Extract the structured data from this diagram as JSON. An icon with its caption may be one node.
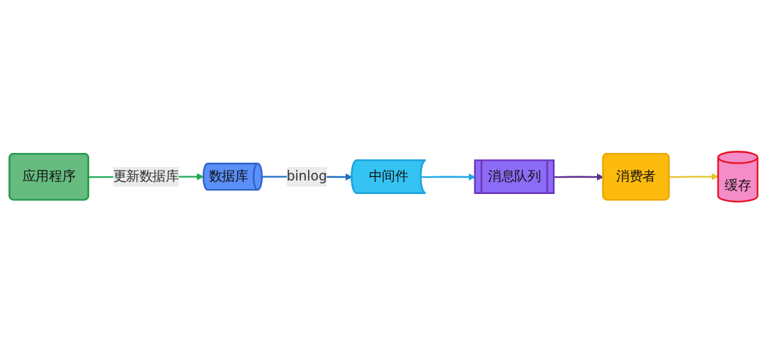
{
  "diagram": {
    "nodes": [
      {
        "text": [
          "应用程序"
        ]
      },
      {
        "text": [
          "数据库"
        ]
      },
      {
        "text": [
          "中间件"
        ]
      },
      {
        "text": [
          "缓存"
        ]
      },
      {
        "text": [
          "消息队列"
        ]
      },
      {
        "text": [
          "消费者"
        ]
      }
    ],
    "edges": [
      {
        "from": 0,
        "to": 1,
        "arrow": "to",
        "label": "更新数据库",
        "color": "#1faa55"
      },
      {
        "from": 1,
        "to": 2,
        "arrow": "to",
        "label": "binlog",
        "color": "#1f6cc4"
      },
      {
        "from": 2,
        "to": 4,
        "arrow": "to",
        "color": "#1ea8e5"
      },
      {
        "from": 4,
        "to": 5,
        "arrow": "to",
        "color": "#5b2d8e"
      },
      {
        "from": 5,
        "to": 3,
        "arrow": "to",
        "color": "#e6c22a"
      }
    ]
  }
}
